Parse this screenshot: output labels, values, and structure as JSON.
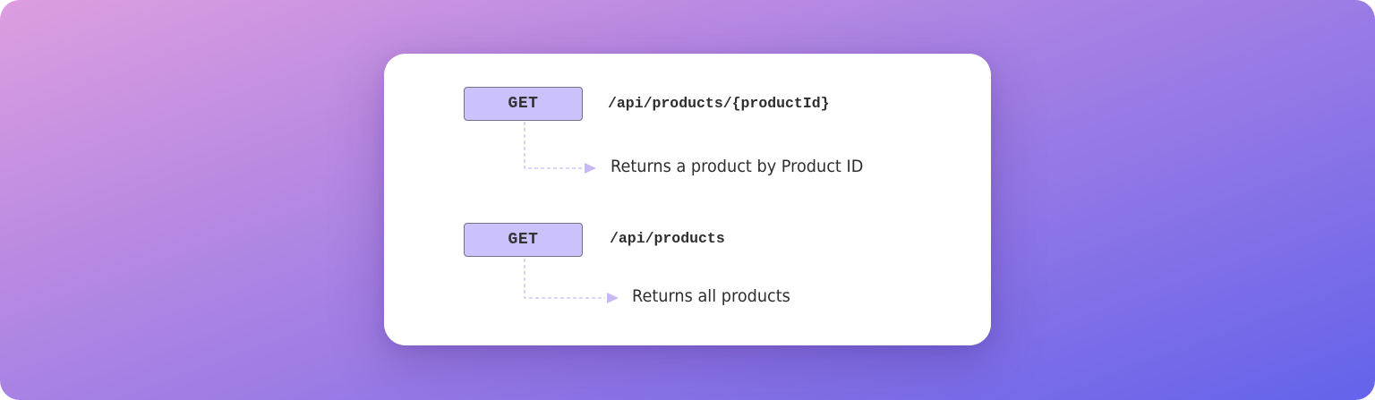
{
  "endpoints": [
    {
      "method": "GET",
      "path": "/api/products/{productId}",
      "description": "Returns a product by Product ID"
    },
    {
      "method": "GET",
      "path": "/api/products",
      "description": "Returns all products"
    }
  ],
  "colors": {
    "background_gradient_start": "#dd9ee0",
    "background_gradient_end": "#6463ea",
    "method_box_fill": "#cbc1fb",
    "method_box_border": "#747085",
    "connector": "#c6b9f3",
    "text": "#2e2e2e"
  }
}
